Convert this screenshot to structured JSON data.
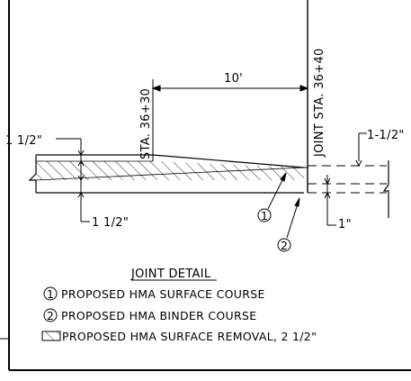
{
  "drawing": {
    "dimension_spacing": "10'",
    "station_left": "STA. 36+30",
    "station_joint": "JOINT STA. 36+40",
    "thickness_top_left": "1 1/2\"",
    "thickness_bottom_left": "1 1/2\"",
    "thickness_top_right": "1-1/2\"",
    "thickness_bottom_right": "1\"",
    "callout_1": "1",
    "callout_2": "2"
  },
  "legend": {
    "title": "JOINT DETAIL",
    "items": [
      {
        "marker": "1",
        "text": "PROPOSED HMA SURFACE COURSE"
      },
      {
        "marker": "2",
        "text": "PROPOSED HMA BINDER COURSE"
      },
      {
        "marker": "hatch",
        "text": "PROPOSED HMA SURFACE REMOVAL, 2 1/2\""
      }
    ]
  },
  "colors": {
    "line": "#000000",
    "background": "#ffffff"
  }
}
